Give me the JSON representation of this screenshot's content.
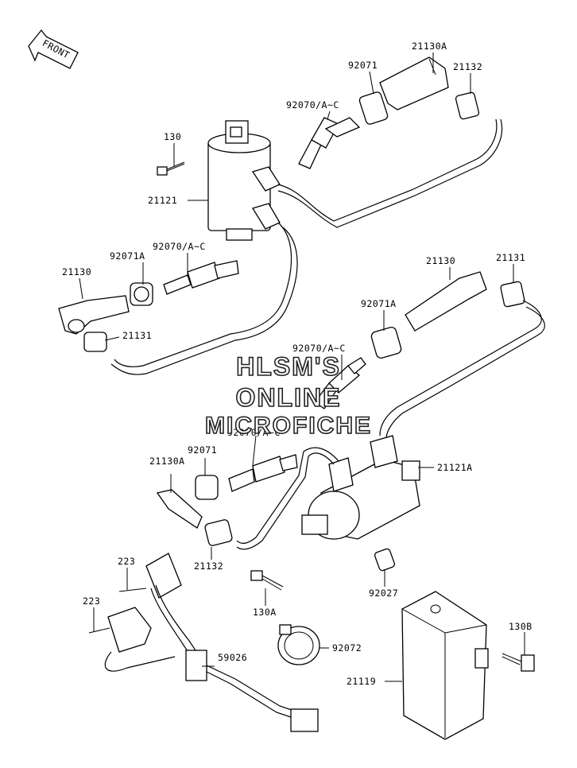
{
  "direction_label": "FRONT",
  "watermark": [
    "HLSM'S",
    "ONLINE",
    "MICROFICHE"
  ],
  "part_numbers": {
    "p21130A_top": "21130A",
    "p92071_top": "92071",
    "p21132_top": "21132",
    "p92070_top": "92070/A~C",
    "p130": "130",
    "p21121": "21121",
    "p92071A_left": "92071A",
    "p92070_left": "92070/A~C",
    "p21130_left": "21130",
    "p21131_left": "21131",
    "p21130_right": "21130",
    "p21131_right": "21131",
    "p92071A_right": "92071A",
    "p92070_right": "92070/A~C",
    "p92070_mid": "92070/A~C",
    "p92071_mid": "92071",
    "p21130A_mid": "21130A",
    "p21121A": "21121A",
    "p21132_mid": "21132",
    "p223_a": "223",
    "p223_b": "223",
    "p130A": "130A",
    "p92027": "92027",
    "p130B": "130B",
    "p92072": "92072",
    "p59026": "59026",
    "p21119": "21119"
  }
}
